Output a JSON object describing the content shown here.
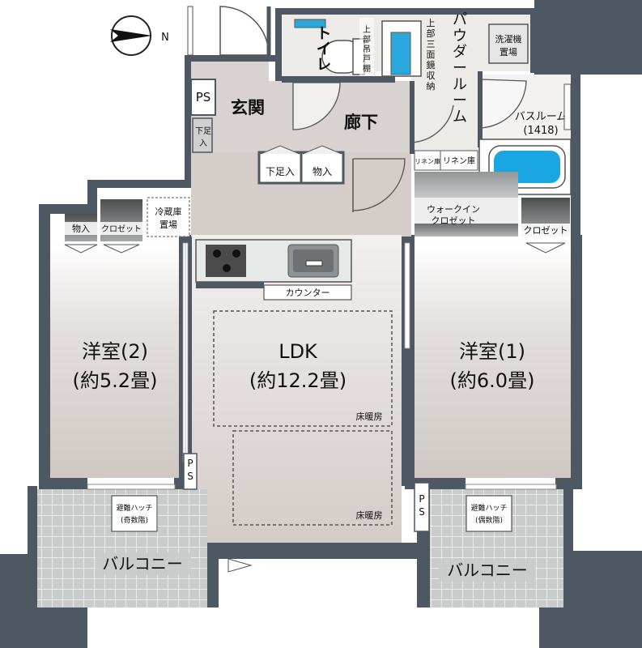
{
  "compass": {
    "north_label": "N"
  },
  "rooms": {
    "toilet": "トイレ",
    "toilet_shelf": "上部吊戸棚",
    "mirror_cabinet": "上部三面鏡収納",
    "powder_room": "パウダールーム",
    "washer_space": [
      "洗濯機",
      "置場"
    ],
    "ps_top": "PS",
    "entrance": "玄関",
    "shoe_storage": [
      "下足",
      "入"
    ],
    "hallway": "廊下",
    "bathroom": "バスルーム",
    "bathroom_size": "(1418)",
    "linen_1": "リネン庫",
    "linen_2": "リネン庫",
    "shoe_storage_2": "下足入",
    "storage_hall": "物入",
    "walk_in_closet": [
      "ウォークイン",
      "クロゼット"
    ],
    "closet_right": "クロゼット",
    "storage_left": "物入",
    "closet_left": "クロゼット",
    "fridge_space": [
      "冷蔵庫",
      "置場"
    ],
    "counter": "カウンター",
    "ldk_name": "LDK",
    "ldk_size": "(約12.2畳)",
    "floor_heating_1": "床暖房",
    "floor_heating_2": "床暖房",
    "bedroom1_name": "洋室(1)",
    "bedroom1_size": "(約6.0畳)",
    "bedroom2_name": "洋室(2)",
    "bedroom2_size": "(約5.2畳)",
    "ps_left": "PS",
    "ps_right": "PS",
    "hatch_left": [
      "避難ハッチ",
      "(奇数階)"
    ],
    "hatch_right": [
      "避難ハッチ",
      "(偶数階)"
    ],
    "balcony_left": "バルコニー",
    "balcony_right": "バルコニー"
  },
  "colors": {
    "wall": "#4e5862",
    "floor": "#d4cdca",
    "wet_floor": "#ecebe8",
    "tile": "#c6c9c8",
    "closet": "#6a6c6e",
    "bath_water": "#1aa6e0"
  }
}
